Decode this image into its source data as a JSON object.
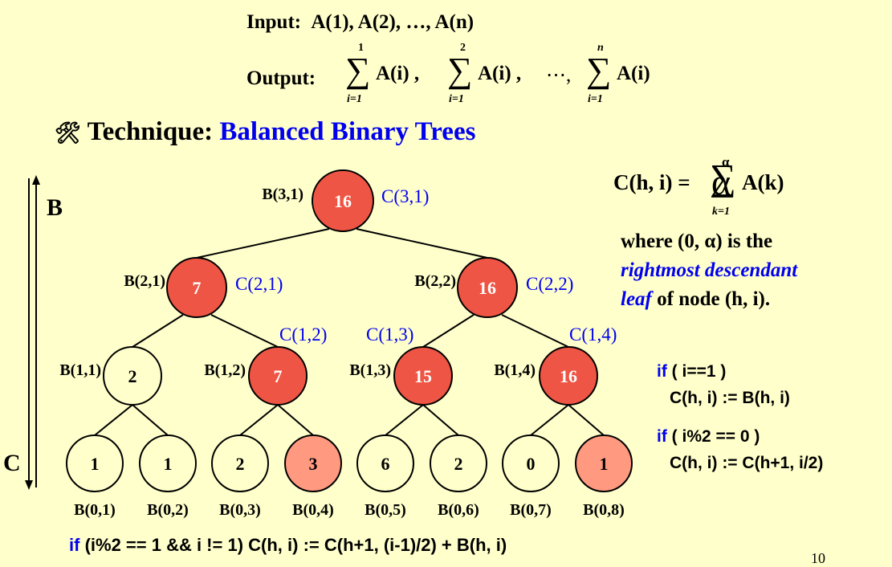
{
  "header": {
    "input_label": "Input:",
    "input_value": "A(1), A(2), …, A(n)",
    "output_label": "Output:",
    "sum_terms": [
      {
        "upper": "1",
        "lower": "i=1",
        "body": "A(i) ,"
      },
      {
        "upper": "2",
        "lower": "i=1",
        "body": "A(i) ,"
      },
      {
        "upper": "n",
        "lower": "i=1",
        "body": "A(i)"
      }
    ],
    "ellipsis": "⋯,",
    "sigma": "∑"
  },
  "technique": {
    "icon": "tools-icon",
    "icon_glyph": "🛠",
    "label": "Technique:",
    "value": "Balanced Binary Trees"
  },
  "side_axis": {
    "top_label": "B",
    "bottom_label": "C"
  },
  "formula": {
    "lhs": "C(h, i) =",
    "upper": "α",
    "lower": "k=1",
    "body": "A(k)",
    "line1": "where (0, α) is the",
    "line2": "rightmost descendant",
    "line3_italic": "leaf",
    "line3_rest": " of node (h, i)."
  },
  "rules": {
    "r1_kw": "if",
    "r1_cond": " ( i==1 )",
    "r1_body": "C(h, i) := B(h, i)",
    "r2_kw": "if",
    "r2_cond": " ( i%2 == 0 )",
    "r2_body": "C(h, i) := C(h+1, i/2)",
    "bottom_kw": "if",
    "bottom_rest": " (i%2 == 1 && i != 1)  C(h, i) := C(h+1, (i-1)/2) + B(h, i)"
  },
  "tree": {
    "nodes": [
      {
        "id": "3-1",
        "value": "16",
        "b_label": "B(3,1)",
        "c_label": "C(3,1)",
        "highlight": "dark"
      },
      {
        "id": "2-1",
        "value": "7",
        "b_label": "B(2,1)",
        "c_label": "C(2,1)",
        "highlight": "dark"
      },
      {
        "id": "2-2",
        "value": "16",
        "b_label": "B(2,2)",
        "c_label": "C(2,2)",
        "highlight": "dark"
      },
      {
        "id": "1-1",
        "value": "2",
        "b_label": "B(1,1)",
        "c_label": "",
        "highlight": "none"
      },
      {
        "id": "1-2",
        "value": "7",
        "b_label": "B(1,2)",
        "c_label": "C(1,2)",
        "highlight": "dark"
      },
      {
        "id": "1-3",
        "value": "15",
        "b_label": "B(1,3)",
        "c_label": "C(1,3)",
        "highlight": "dark"
      },
      {
        "id": "1-4",
        "value": "16",
        "b_label": "B(1,4)",
        "c_label": "C(1,4)",
        "highlight": "dark"
      },
      {
        "id": "0-1",
        "value": "1",
        "b_label": "B(0,1)",
        "highlight": "none"
      },
      {
        "id": "0-2",
        "value": "1",
        "b_label": "B(0,2)",
        "highlight": "none"
      },
      {
        "id": "0-3",
        "value": "2",
        "b_label": "B(0,3)",
        "highlight": "none"
      },
      {
        "id": "0-4",
        "value": "3",
        "b_label": "B(0,4)",
        "highlight": "light"
      },
      {
        "id": "0-5",
        "value": "6",
        "b_label": "B(0,5)",
        "highlight": "none"
      },
      {
        "id": "0-6",
        "value": "2",
        "b_label": "B(0,6)",
        "highlight": "none"
      },
      {
        "id": "0-7",
        "value": "0",
        "b_label": "B(0,7)",
        "highlight": "none"
      },
      {
        "id": "0-8",
        "value": "1",
        "b_label": "B(0,8)",
        "highlight": "light"
      }
    ],
    "colors": {
      "dark": "#ee5544",
      "light": "#ff9980",
      "none": "#ffffcc"
    }
  },
  "page_number": "10"
}
